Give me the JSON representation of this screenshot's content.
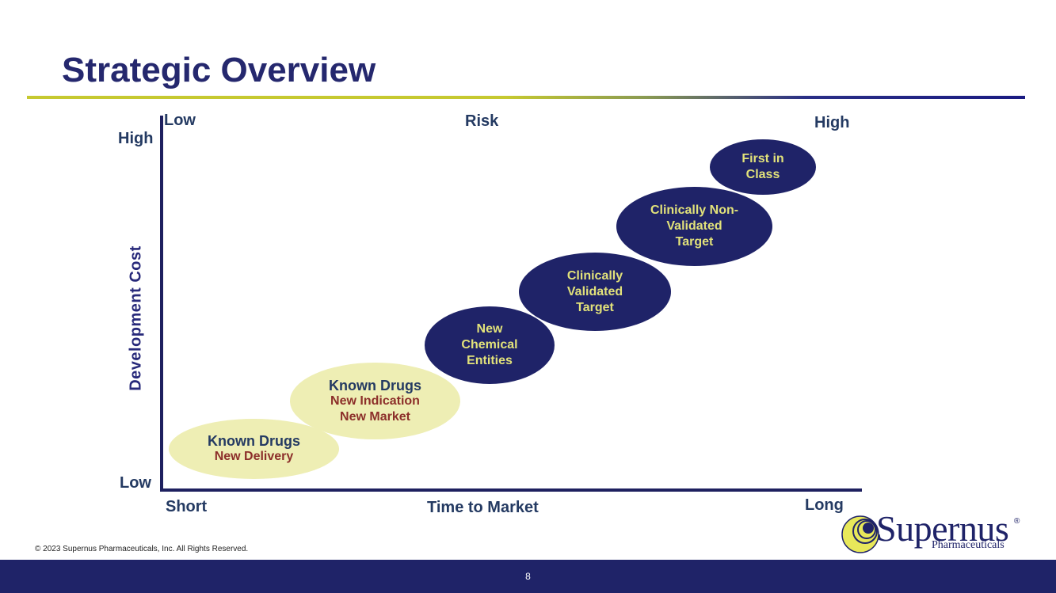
{
  "header": {
    "title": "Strategic Overview"
  },
  "risk_axis": {
    "left": "Low",
    "title": "Risk",
    "right": "High"
  },
  "cost_axis": {
    "title": "Development Cost",
    "high": "High",
    "low": "Low"
  },
  "time_axis": {
    "left": "Short",
    "title": "Time to Market",
    "right": "Long"
  },
  "bubbles": [
    {
      "style": "light",
      "lines": [
        "Known Drugs",
        "New Delivery"
      ]
    },
    {
      "style": "light",
      "lines": [
        "Known Drugs",
        "New Indication",
        "New Market"
      ]
    },
    {
      "style": "dark",
      "lines": [
        "New",
        "Chemical",
        "Entities"
      ]
    },
    {
      "style": "dark",
      "lines": [
        "Clinically",
        "Validated",
        "Target"
      ]
    },
    {
      "style": "dark",
      "lines": [
        "Clinically Non-",
        "Validated",
        "Target"
      ]
    },
    {
      "style": "dark",
      "lines": [
        "First in",
        "Class"
      ]
    }
  ],
  "colors": {
    "navy": "#1f2368",
    "light_bubble": "#eeeeb4",
    "dark_bubble_text": "#e2e27a",
    "sub_text": "#8c2f2a",
    "accent_rule": "#c6c930"
  },
  "footer": {
    "copyright": "© 2023 Supernus Pharmaceuticals, Inc. All Rights Reserved.",
    "page_number": "8"
  },
  "logo": {
    "name": "Supernus",
    "registered": "®",
    "subtitle": "Pharmaceuticals"
  }
}
